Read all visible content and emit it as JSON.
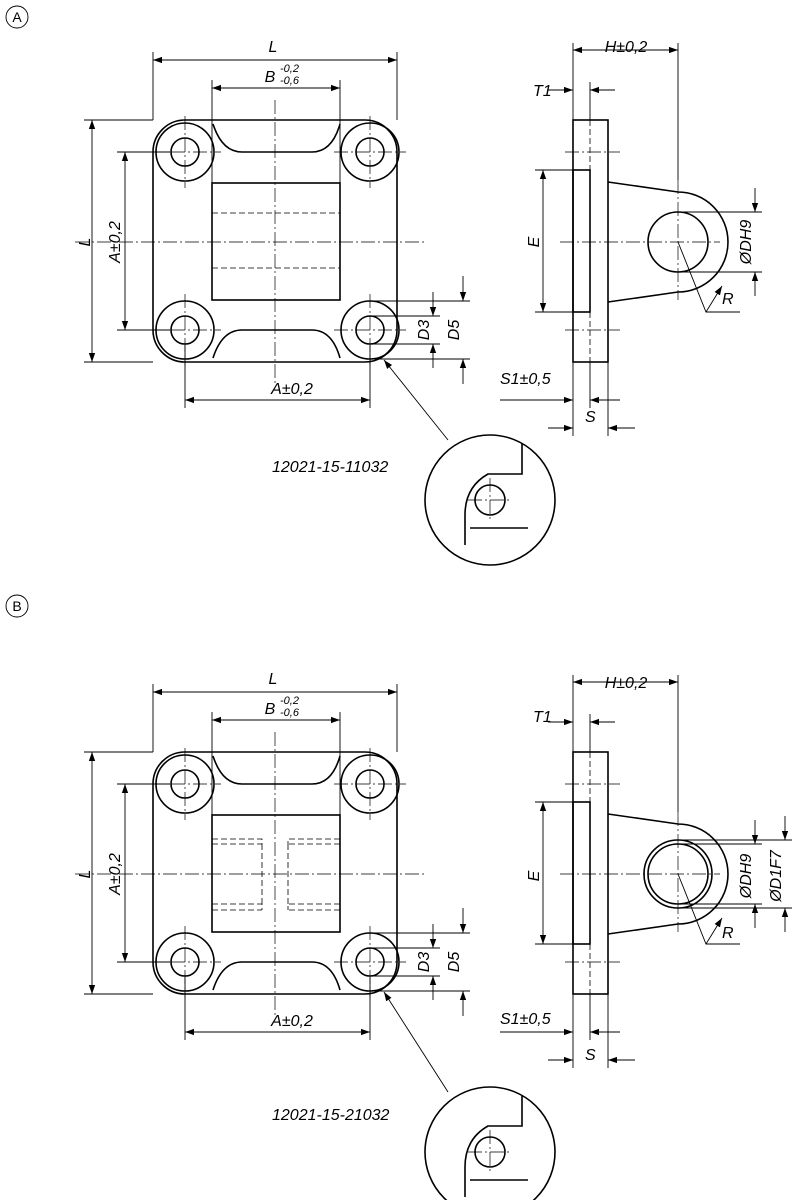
{
  "variants": [
    {
      "marker": "A",
      "labels": {
        "L_top": "L",
        "B": "B",
        "B_upper_tol": "-0,2",
        "B_lower_tol": "-0,6",
        "L_left": "L",
        "A_vertical": "A±0,2",
        "A_horizontal": "A±0,2",
        "D3": "D3",
        "D5": "D5",
        "detail_ref": "12021-15-11032",
        "H": "H±0,2",
        "T1": "T1",
        "E": "E",
        "DH9": "ØDH9",
        "R": "R",
        "S1": "S1±0,5",
        "S": "S"
      }
    },
    {
      "marker": "B",
      "labels": {
        "L_top": "L",
        "B": "B",
        "B_upper_tol": "-0,2",
        "B_lower_tol": "-0,6",
        "L_left": "L",
        "A_vertical": "A±0,2",
        "A_horizontal": "A±0,2",
        "D3": "D3",
        "D5": "D5",
        "detail_ref": "12021-15-21032",
        "H": "H±0,2",
        "T1": "T1",
        "E": "E",
        "DH9": "ØDH9",
        "D1F7": "ØD1F7",
        "R": "R",
        "S1": "S1±0,5",
        "S": "S"
      }
    }
  ]
}
